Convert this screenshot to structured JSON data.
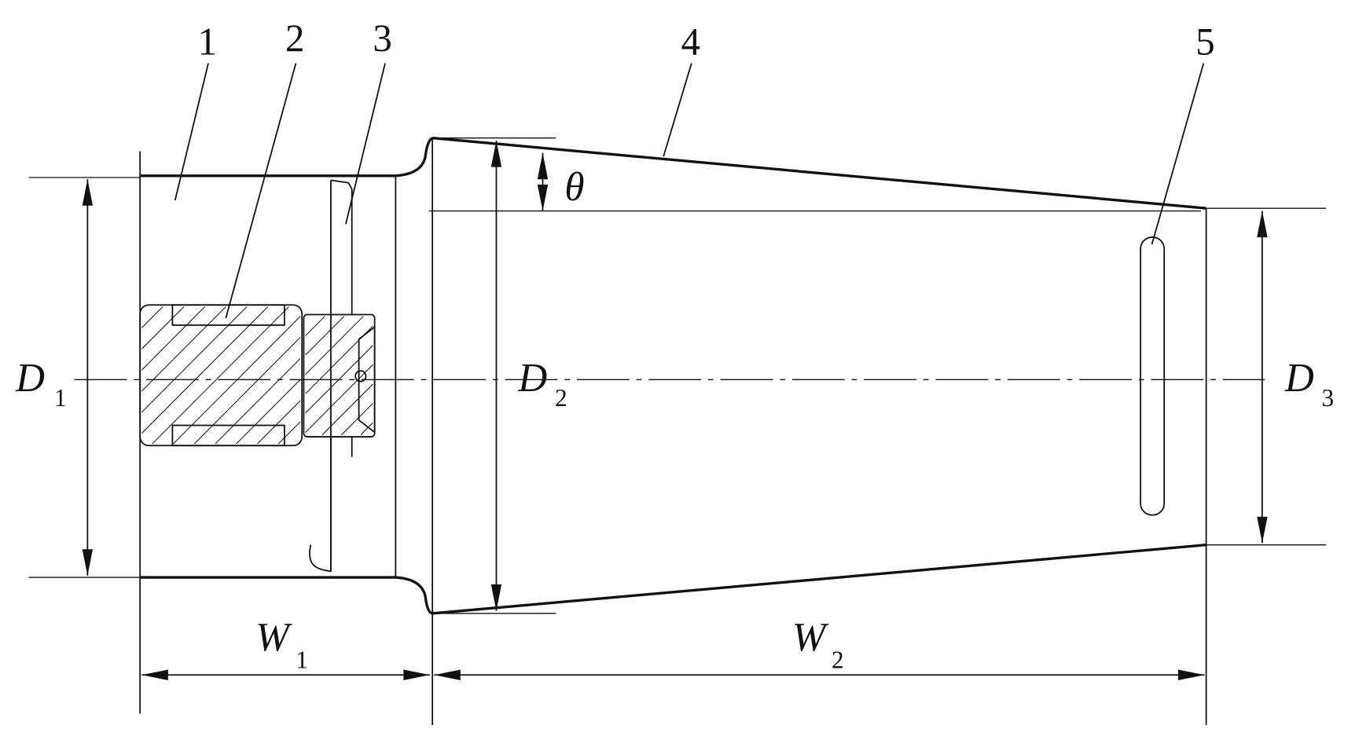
{
  "title": "Tapered roll assembly dimension diagram",
  "part_labels": [
    "1",
    "2",
    "3",
    "4",
    "5"
  ],
  "dimensions": {
    "d1": {
      "symbol": "D",
      "sub": "1"
    },
    "d2": {
      "symbol": "D",
      "sub": "2"
    },
    "d3": {
      "symbol": "D",
      "sub": "3"
    },
    "w1": {
      "symbol": "W",
      "sub": "1"
    },
    "w2": {
      "symbol": "W",
      "sub": "2"
    },
    "angle": "θ"
  },
  "colors": {
    "line": "#111111",
    "background": "#ffffff"
  }
}
